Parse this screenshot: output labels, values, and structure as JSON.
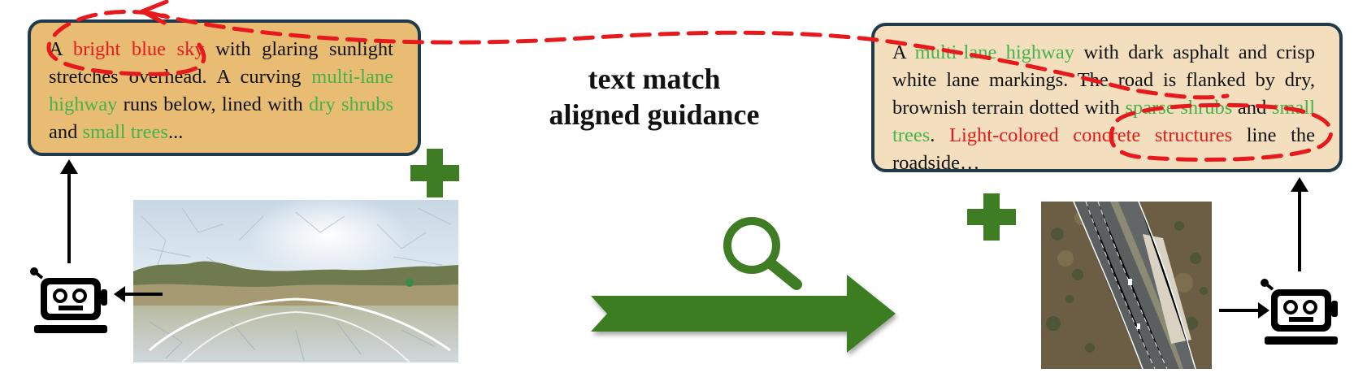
{
  "left_caption": {
    "segments": [
      {
        "text": "A ",
        "color": "black"
      },
      {
        "text": "bright blue sky",
        "color": "red"
      },
      {
        "text": " with glaring sunlight stretches overhead. A curving ",
        "color": "black"
      },
      {
        "text": "multi-lane highway",
        "color": "green"
      },
      {
        "text": " runs below, lined with ",
        "color": "black"
      },
      {
        "text": "dry shrubs",
        "color": "green"
      },
      {
        "text": " and ",
        "color": "black"
      },
      {
        "text": "small trees",
        "color": "green"
      },
      {
        "text": "...",
        "color": "black"
      }
    ]
  },
  "right_caption": {
    "segments": [
      {
        "text": "A ",
        "color": "black"
      },
      {
        "text": "multi-lane highway",
        "color": "green"
      },
      {
        "text": " with dark asphalt and crisp white lane markings. The road is flanked by dry, brownish terrain dotted with ",
        "color": "black"
      },
      {
        "text": "sparse shrubs",
        "color": "green"
      },
      {
        "text": " and ",
        "color": "black"
      },
      {
        "text": "small trees",
        "color": "green"
      },
      {
        "text": ". ",
        "color": "black"
      },
      {
        "text": "Light-colored concrete structures",
        "color": "red"
      },
      {
        "text": " line the roadside…",
        "color": "black"
      }
    ]
  },
  "center_label": {
    "line1": "text match",
    "line2": "aligned guidance"
  },
  "icons": {
    "left_plus": "plus-icon",
    "right_plus": "plus-icon",
    "left_robot": "robot-icon",
    "right_robot": "robot-icon",
    "magnifier": "magnifier-icon",
    "main_arrow": "right-arrow-icon"
  },
  "colors": {
    "highlight_red": "#e8191c",
    "highlight_green": "#45b24b",
    "plus_green": "#3e7d24",
    "arrow_green": "#3e7d24",
    "left_box_fill": "#e8bd73",
    "right_box_fill": "#f3dfbd",
    "box_border": "#1f3a4a"
  }
}
